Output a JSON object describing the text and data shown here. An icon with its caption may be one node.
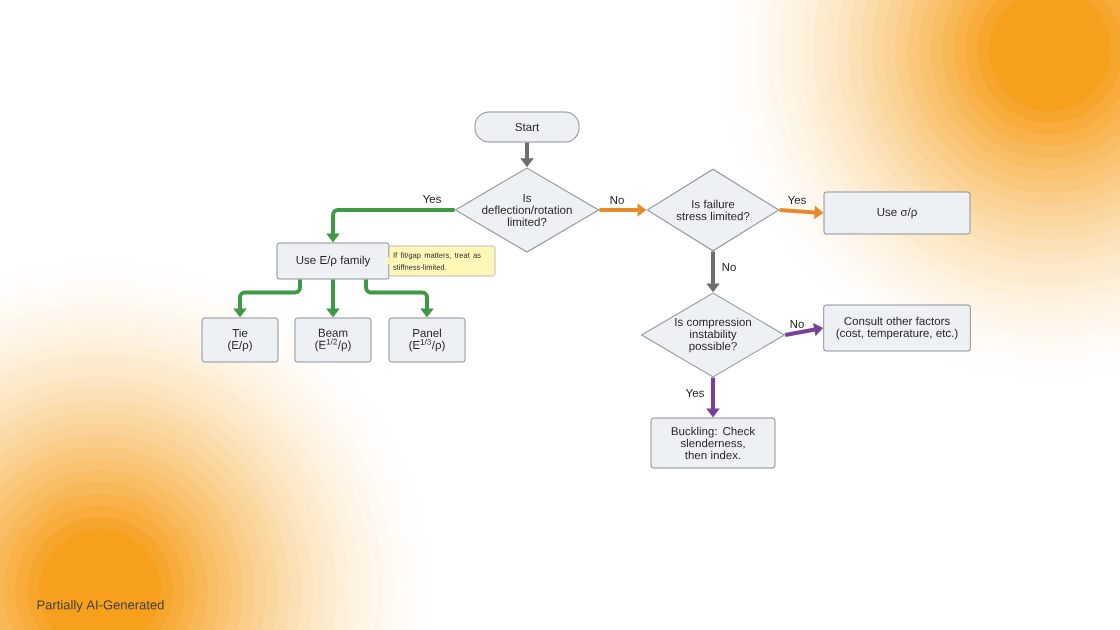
{
  "diagram": {
    "nodes": [
      {
        "text": [
          "Start"
        ]
      },
      {
        "text": [
          "Is deflection/rotation limited?"
        ]
      },
      {
        "text": [
          "Is failure stress limited?"
        ]
      },
      {
        "text": [
          "Use σ/ρ"
        ]
      },
      {
        "text": [
          "Use E/ρ family"
        ]
      },
      {
        "text": [
          "If fit/gap matters, treat as stiffness-limited."
        ]
      },
      {
        "text": [
          "Tie (E/ρ)"
        ]
      },
      {
        "text": [
          "Beam (E$^{1/2}$/ρ)"
        ]
      },
      {
        "text": [
          "Panel (E$^{1/3}$/ρ)"
        ]
      },
      {
        "text": [
          "Is compression instability possible?"
        ]
      },
      {
        "text": [
          "Consult other factors (cost, temperature, etc.)"
        ]
      },
      {
        "text": [
          "Buckling: Check slenderness, then index."
        ]
      }
    ],
    "edges": [
      {
        "from": 0,
        "to": 1,
        "arrow": "to",
        "color": "#6b6e70"
      },
      {
        "from": 1,
        "to": 4,
        "arrow": "to",
        "label": "Yes",
        "color": "#3e9a45"
      },
      {
        "from": 1,
        "to": 2,
        "arrow": "to",
        "label": "No",
        "color": "#e8892c"
      },
      {
        "from": 2,
        "to": 3,
        "arrow": "to",
        "label": "Yes",
        "color": "#e8892c"
      },
      {
        "from": 2,
        "to": 9,
        "arrow": "to",
        "label": "No",
        "color": "#6b6e70"
      },
      {
        "from": 4,
        "to": 6,
        "arrow": "to",
        "color": "#3e9a45"
      },
      {
        "from": 4,
        "to": 7,
        "arrow": "to",
        "color": "#3e9a45"
      },
      {
        "from": 4,
        "to": 8,
        "arrow": "to",
        "color": "#3e9a45"
      },
      {
        "from": 9,
        "to": 10,
        "arrow": "to",
        "label": "No",
        "color": "#7b3f98"
      },
      {
        "from": 9,
        "to": 11,
        "arrow": "to",
        "label": "Yes",
        "color": "#7b3f98"
      }
    ],
    "labels": [
      "Partially AI-Generated"
    ]
  }
}
